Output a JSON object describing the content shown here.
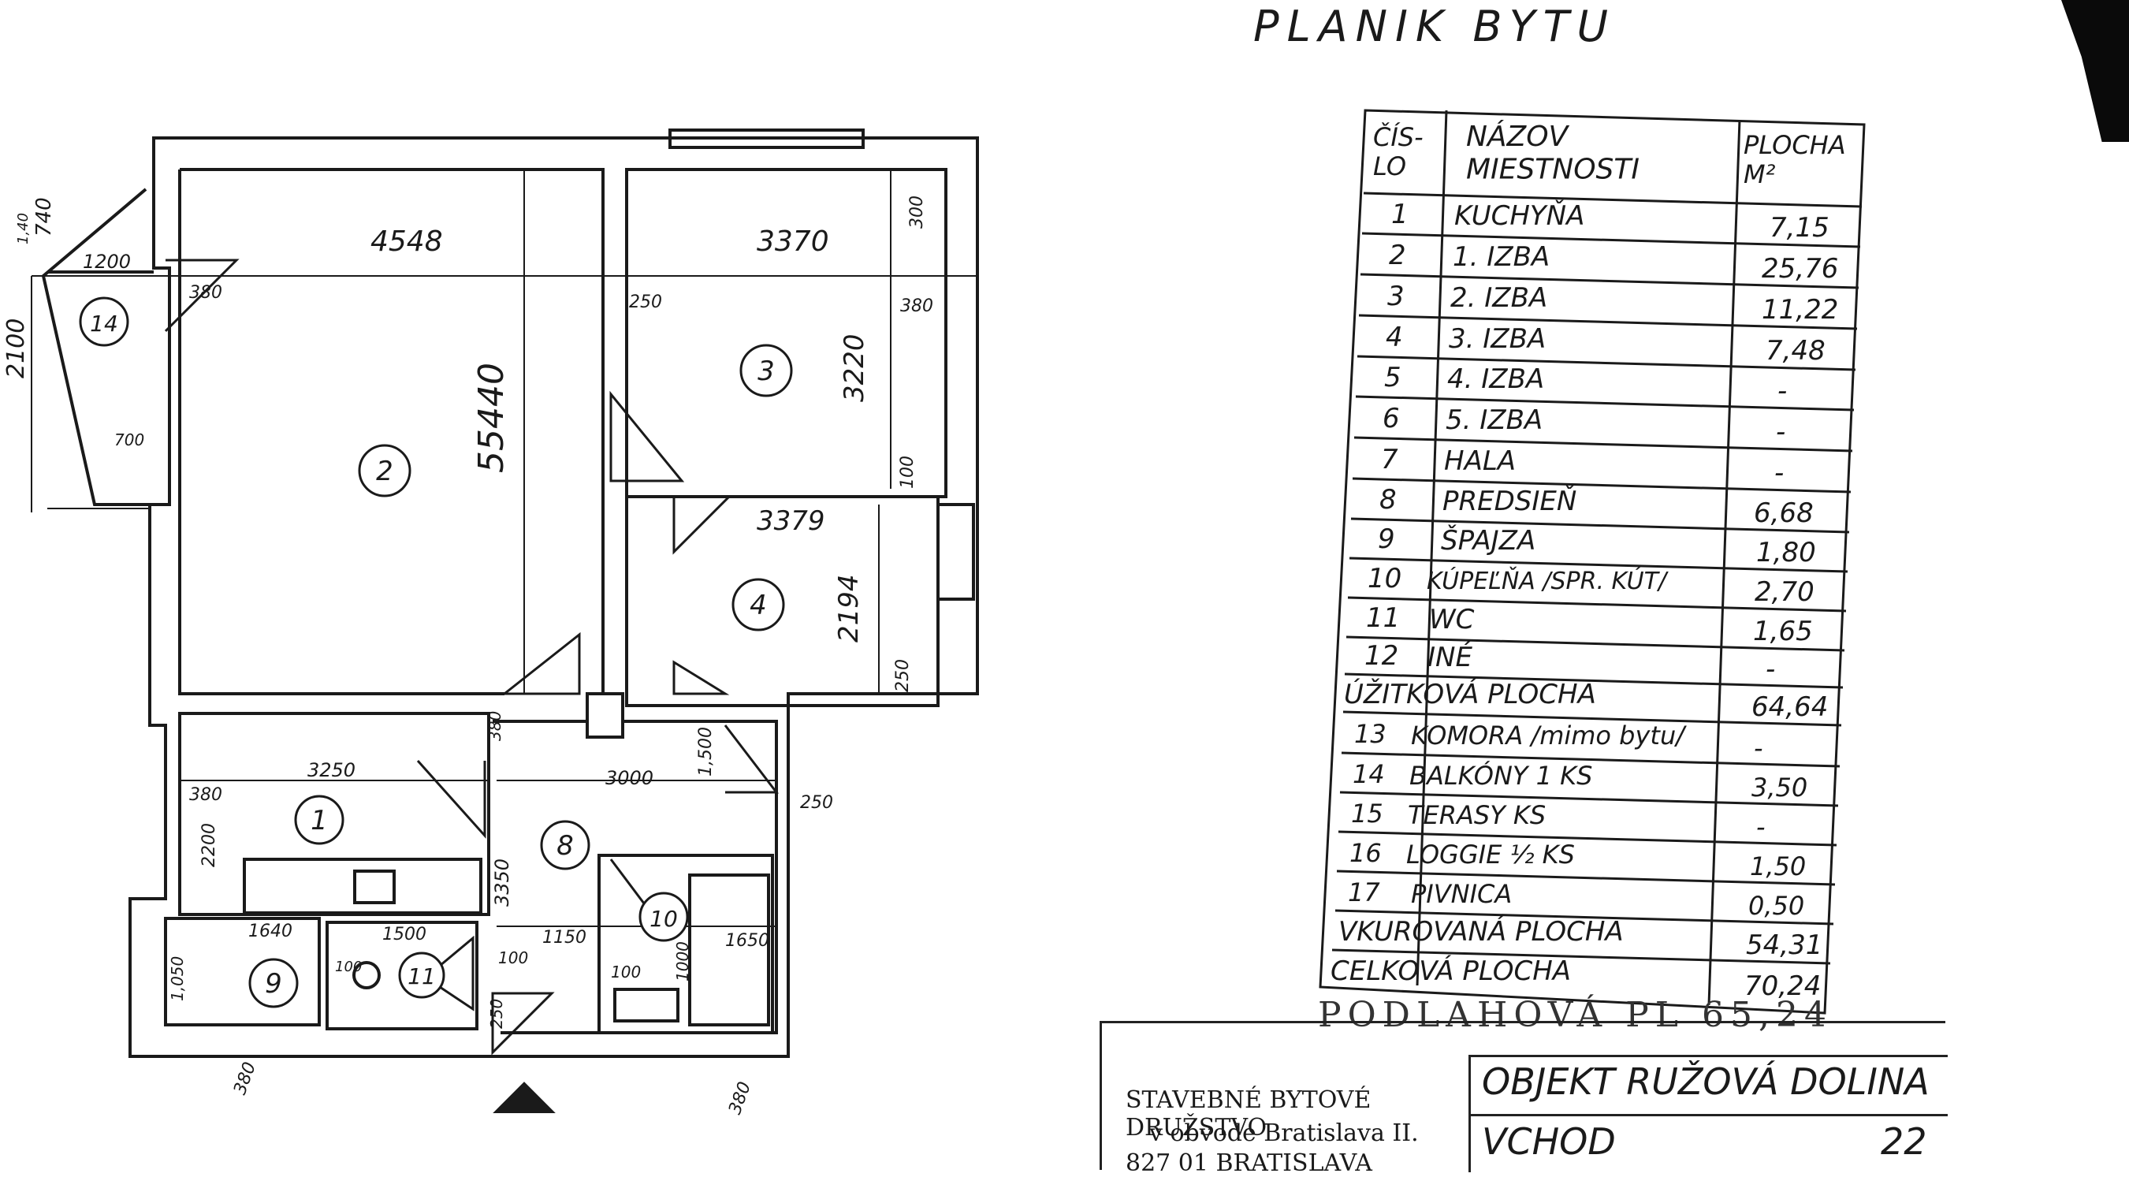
{
  "header": {
    "title": "PLANIK BYTU"
  },
  "table": {
    "headers": {
      "number": "ČÍS-\nLO",
      "name": "NÁZOV\nMIESTNOSTI",
      "area": "PLOCHA\nM²"
    },
    "rows": [
      {
        "no": "1",
        "name": "KUCHYŇA",
        "area": "7,15"
      },
      {
        "no": "2",
        "name": "1. IZBA",
        "area": "25,76"
      },
      {
        "no": "3",
        "name": "2. IZBA",
        "area": "11,22"
      },
      {
        "no": "4",
        "name": "3. IZBA",
        "area": "7,48"
      },
      {
        "no": "5",
        "name": "4. IZBA",
        "area": "-"
      },
      {
        "no": "6",
        "name": "5. IZBA",
        "area": "-"
      },
      {
        "no": "7",
        "name": "HALA",
        "area": "-"
      },
      {
        "no": "8",
        "name": "PREDSIEŇ",
        "area": "6,68"
      },
      {
        "no": "9",
        "name": "ŠPAJZA",
        "area": "1,80"
      },
      {
        "no": "10",
        "name": "KÚPEĽŇA /SPR. KÚT/",
        "area": "2,70"
      },
      {
        "no": "11",
        "name": "WC",
        "area": "1,65"
      },
      {
        "no": "12",
        "name": "INÉ",
        "area": "-"
      }
    ],
    "useful": {
      "label": "ÚŽITKOVÁ PLOCHA",
      "area": "64,64"
    },
    "rows2": [
      {
        "no": "13",
        "name": "KOMORA /mimo bytu/",
        "area": "-"
      },
      {
        "no": "14",
        "name": "BALKÓNY 1 KS",
        "area": "3,50"
      },
      {
        "no": "15",
        "name": "TERASY    KS",
        "area": "-"
      },
      {
        "no": "16",
        "name": "LOGGIE ½ KS",
        "area": "1,50"
      },
      {
        "no": "17",
        "name": "PIVNICA",
        "area": "0,50"
      }
    ],
    "heated": {
      "label": "VKUROVANÁ PLOCHA",
      "area": "54,31"
    },
    "total": {
      "label": "CELKOVÁ PLOCHA",
      "area": "70,24"
    },
    "floor": {
      "label": "PODLAHOVÁ PL 65,24"
    }
  },
  "stamp": {
    "org_line1": "STAVEBNÉ BYTOVÉ DRUŽSTVO",
    "org_line2": "v obvode Bratislava II.",
    "org_line3": "827 01 BRATISLAVA",
    "object_label": "OBJEKT RUŽOVÁ DOLINA",
    "entrance_label": "VCHOD",
    "entrance_number": "22"
  },
  "plan": {
    "rooms": [
      {
        "no": "1"
      },
      {
        "no": "2"
      },
      {
        "no": "3"
      },
      {
        "no": "4"
      },
      {
        "no": "8"
      },
      {
        "no": "9"
      },
      {
        "no": "10"
      },
      {
        "no": "11"
      },
      {
        "no": "14"
      }
    ],
    "dimensions": {
      "d4548": "4548",
      "d3370": "3370",
      "d55440": "55440",
      "d3220": "3220",
      "d3379": "3379",
      "d2194": "2194",
      "d3250": "3250",
      "d3000": "3000",
      "d1640": "1640",
      "d1500": "1500",
      "d1150": "1150",
      "d1650": "1650",
      "d2100": "2100",
      "d1200": "1200",
      "d740": "740",
      "d380a": "380",
      "d250a": "250",
      "d380b": "380",
      "d300": "300",
      "d100a": "100",
      "d250b": "250",
      "d250c": "250",
      "d380c": "380",
      "d2200": "2200",
      "d380d": "380",
      "d380e": "380",
      "d100b": "100",
      "d100c": "100",
      "d1000": "1000",
      "d3350": "3350",
      "d1500b": "1,500",
      "d250d": "250",
      "d700": "700",
      "d380f": "380",
      "d1050": "1,050",
      "d100d": "100",
      "d140": "1,40"
    }
  }
}
